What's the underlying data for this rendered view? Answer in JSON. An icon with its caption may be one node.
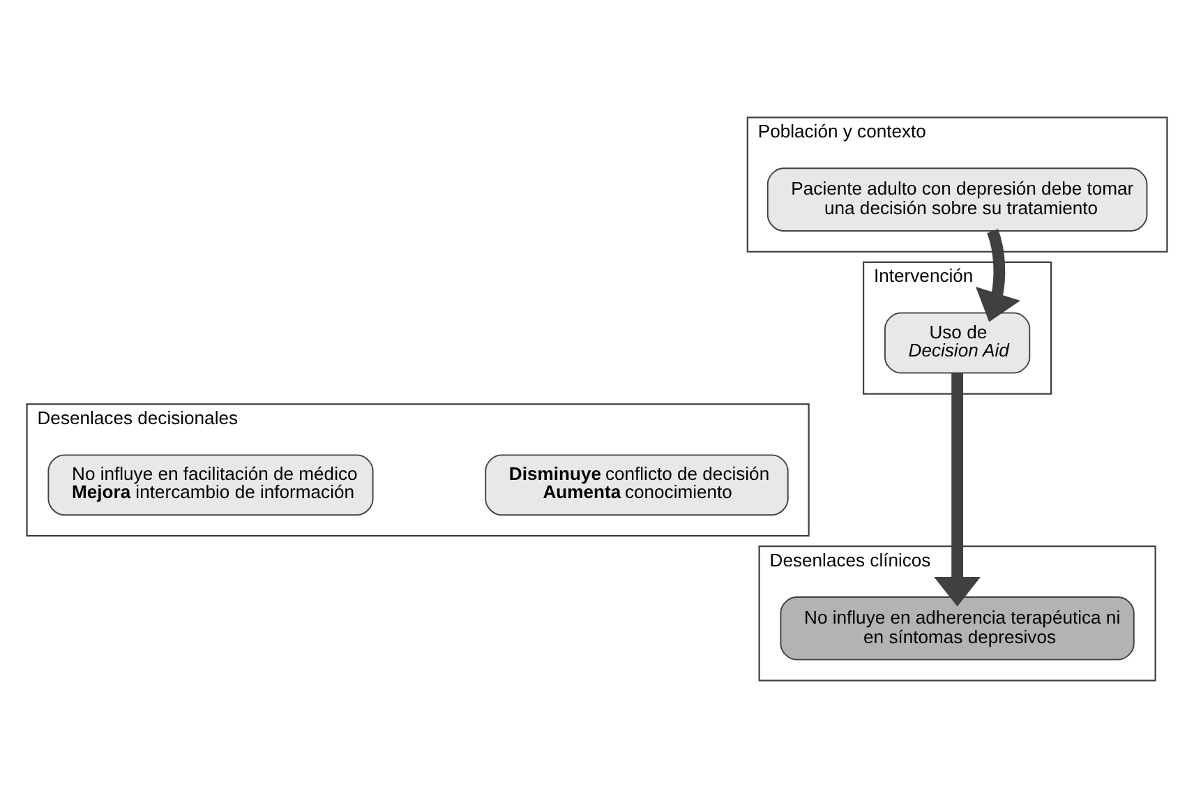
{
  "diagram": {
    "nodes": [
      {
        "text": [
          "Población y contexto"
        ]
      },
      {
        "text": [
          "Paciente adulto con depresión debe tomar una decisión sobre su tratamiento"
        ],
        "in": 0
      },
      {
        "text": [
          "Intervención"
        ]
      },
      {
        "text": [
          "Uso de *Decision Aid*"
        ],
        "in": 2
      },
      {
        "text": [
          "Desenlaces decisionales"
        ]
      },
      {
        "text": [
          "**Disminuye** conflicto de decisión",
          "**Aumenta** conocimiento"
        ],
        "in": 4
      },
      {
        "text": [
          "No influye en facilitación de médico",
          "**Mejora** intercambio de información"
        ],
        "in": 4
      },
      {
        "text": [
          "Desenlaces clínicos"
        ]
      },
      {
        "text": [
          "No influye en adherencia terapéutica ni en síntomas depresivos"
        ],
        "in": 7
      }
    ],
    "edges": [
      {
        "from": 1,
        "to": 3,
        "arrow": "to"
      },
      {
        "from": 3,
        "to": 8,
        "arrow": "to"
      }
    ]
  }
}
